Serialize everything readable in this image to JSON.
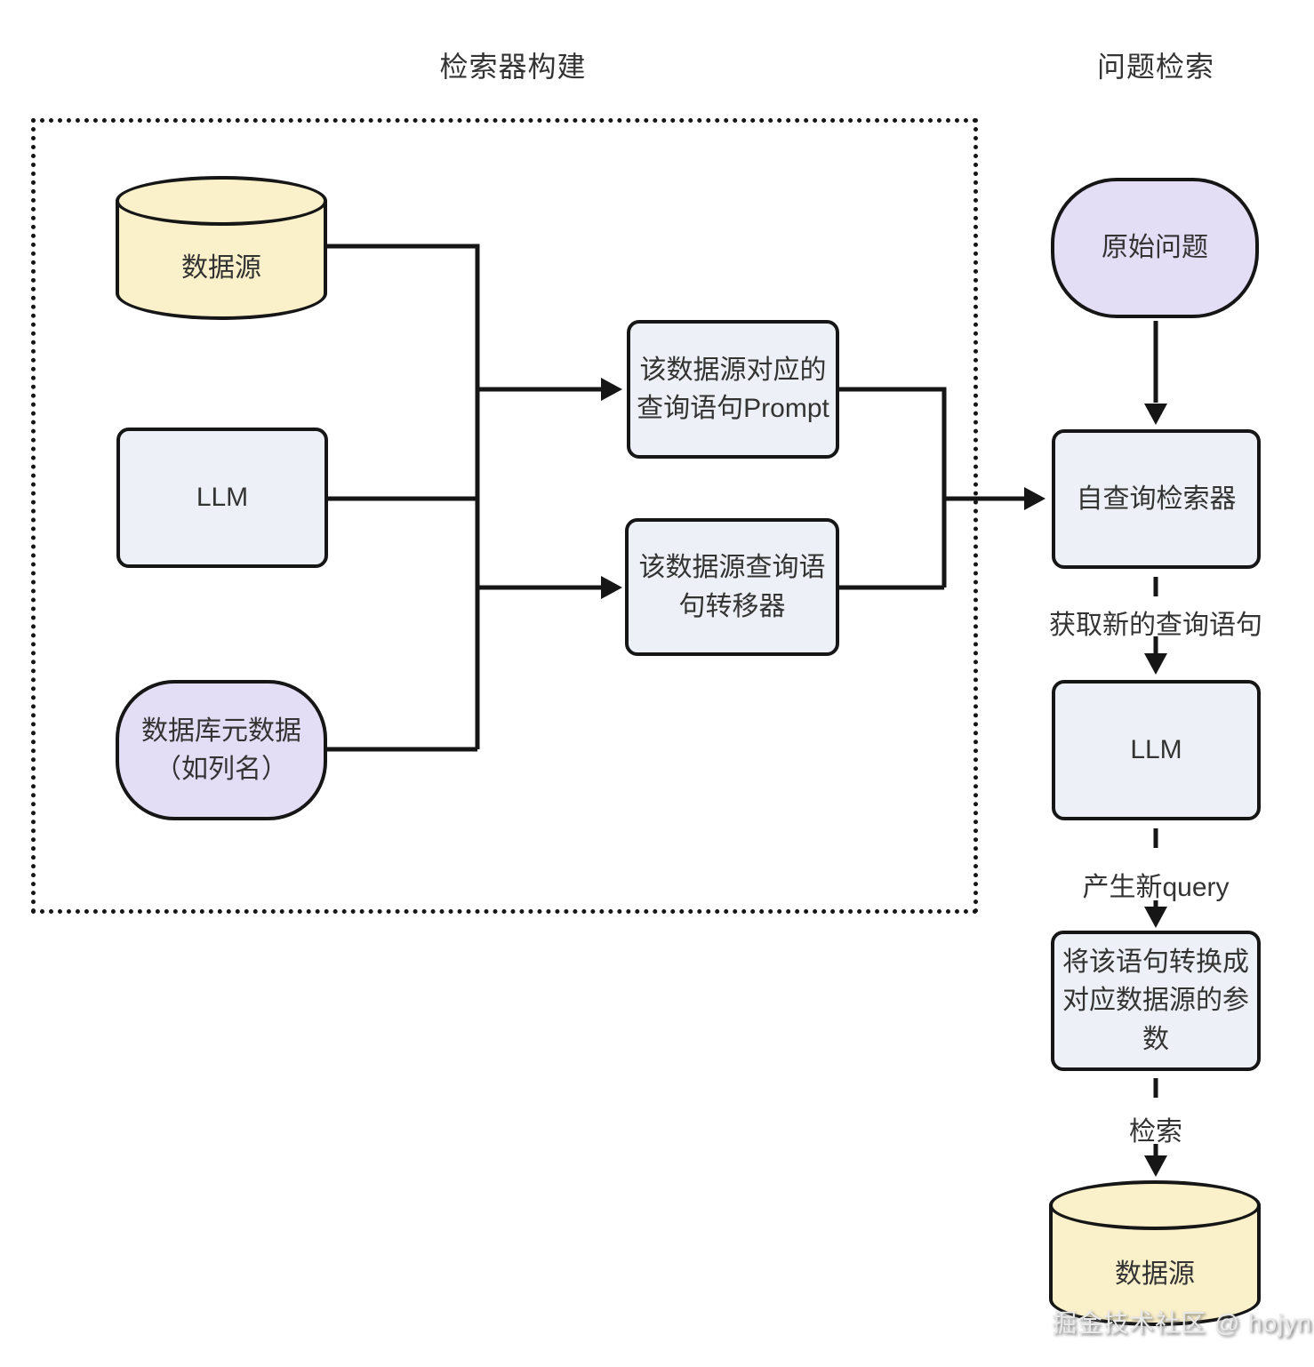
{
  "titles": {
    "left": "检索器构建",
    "right": "问题检索"
  },
  "builder": {
    "data_source": "数据源",
    "llm": "LLM",
    "db_metadata": "数据库元数据（如列名）",
    "prompt_box": "该数据源对应的查询语句Prompt",
    "transfer_box": "该数据源查询语句转移器"
  },
  "query_flow": {
    "original_question": "原始问题",
    "self_query_retriever": "自查询检索器",
    "edge_get_new_query": "获取新的查询语句",
    "llm": "LLM",
    "edge_new_query": "产生新query",
    "convert_box": "将该语句转换成对应数据源的参数",
    "edge_retrieve": "检索",
    "data_source": "数据源"
  },
  "watermark": "掘金技术社区 @ hojyn",
  "colors": {
    "line": "#161616",
    "text": "#333333",
    "yellow_fill": "#faf0ca",
    "purple_fill": "#e4ddf6",
    "box_fill": "#edf0f6",
    "watermark_color": "#e9e9e9"
  }
}
